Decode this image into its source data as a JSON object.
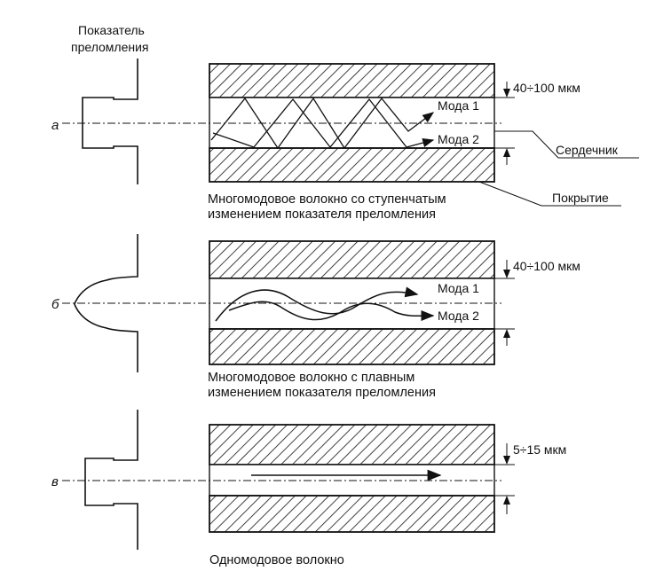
{
  "header": {
    "line1": "Показатель",
    "line2": "преломления"
  },
  "panels": [
    {
      "letter": "а",
      "dimension": "40÷100 мкм",
      "modes": [
        "Мода 1",
        "Мода 2"
      ],
      "caption_line1": "Многомодовое волокно со ступенчатым",
      "caption_line2": "изменением показателя преломления"
    },
    {
      "letter": "б",
      "dimension": "40÷100 мкм",
      "modes": [
        "Мода 1",
        "Мода 2"
      ],
      "caption_line1": "Многомодовое волокно с плавным",
      "caption_line2": "изменением показателя преломления"
    },
    {
      "letter": "в",
      "dimension": "5÷15 мкм",
      "caption_line1": "Одномодовое волокно"
    }
  ],
  "callouts": {
    "core": "Сердечник",
    "cladding": "Покрытие"
  }
}
